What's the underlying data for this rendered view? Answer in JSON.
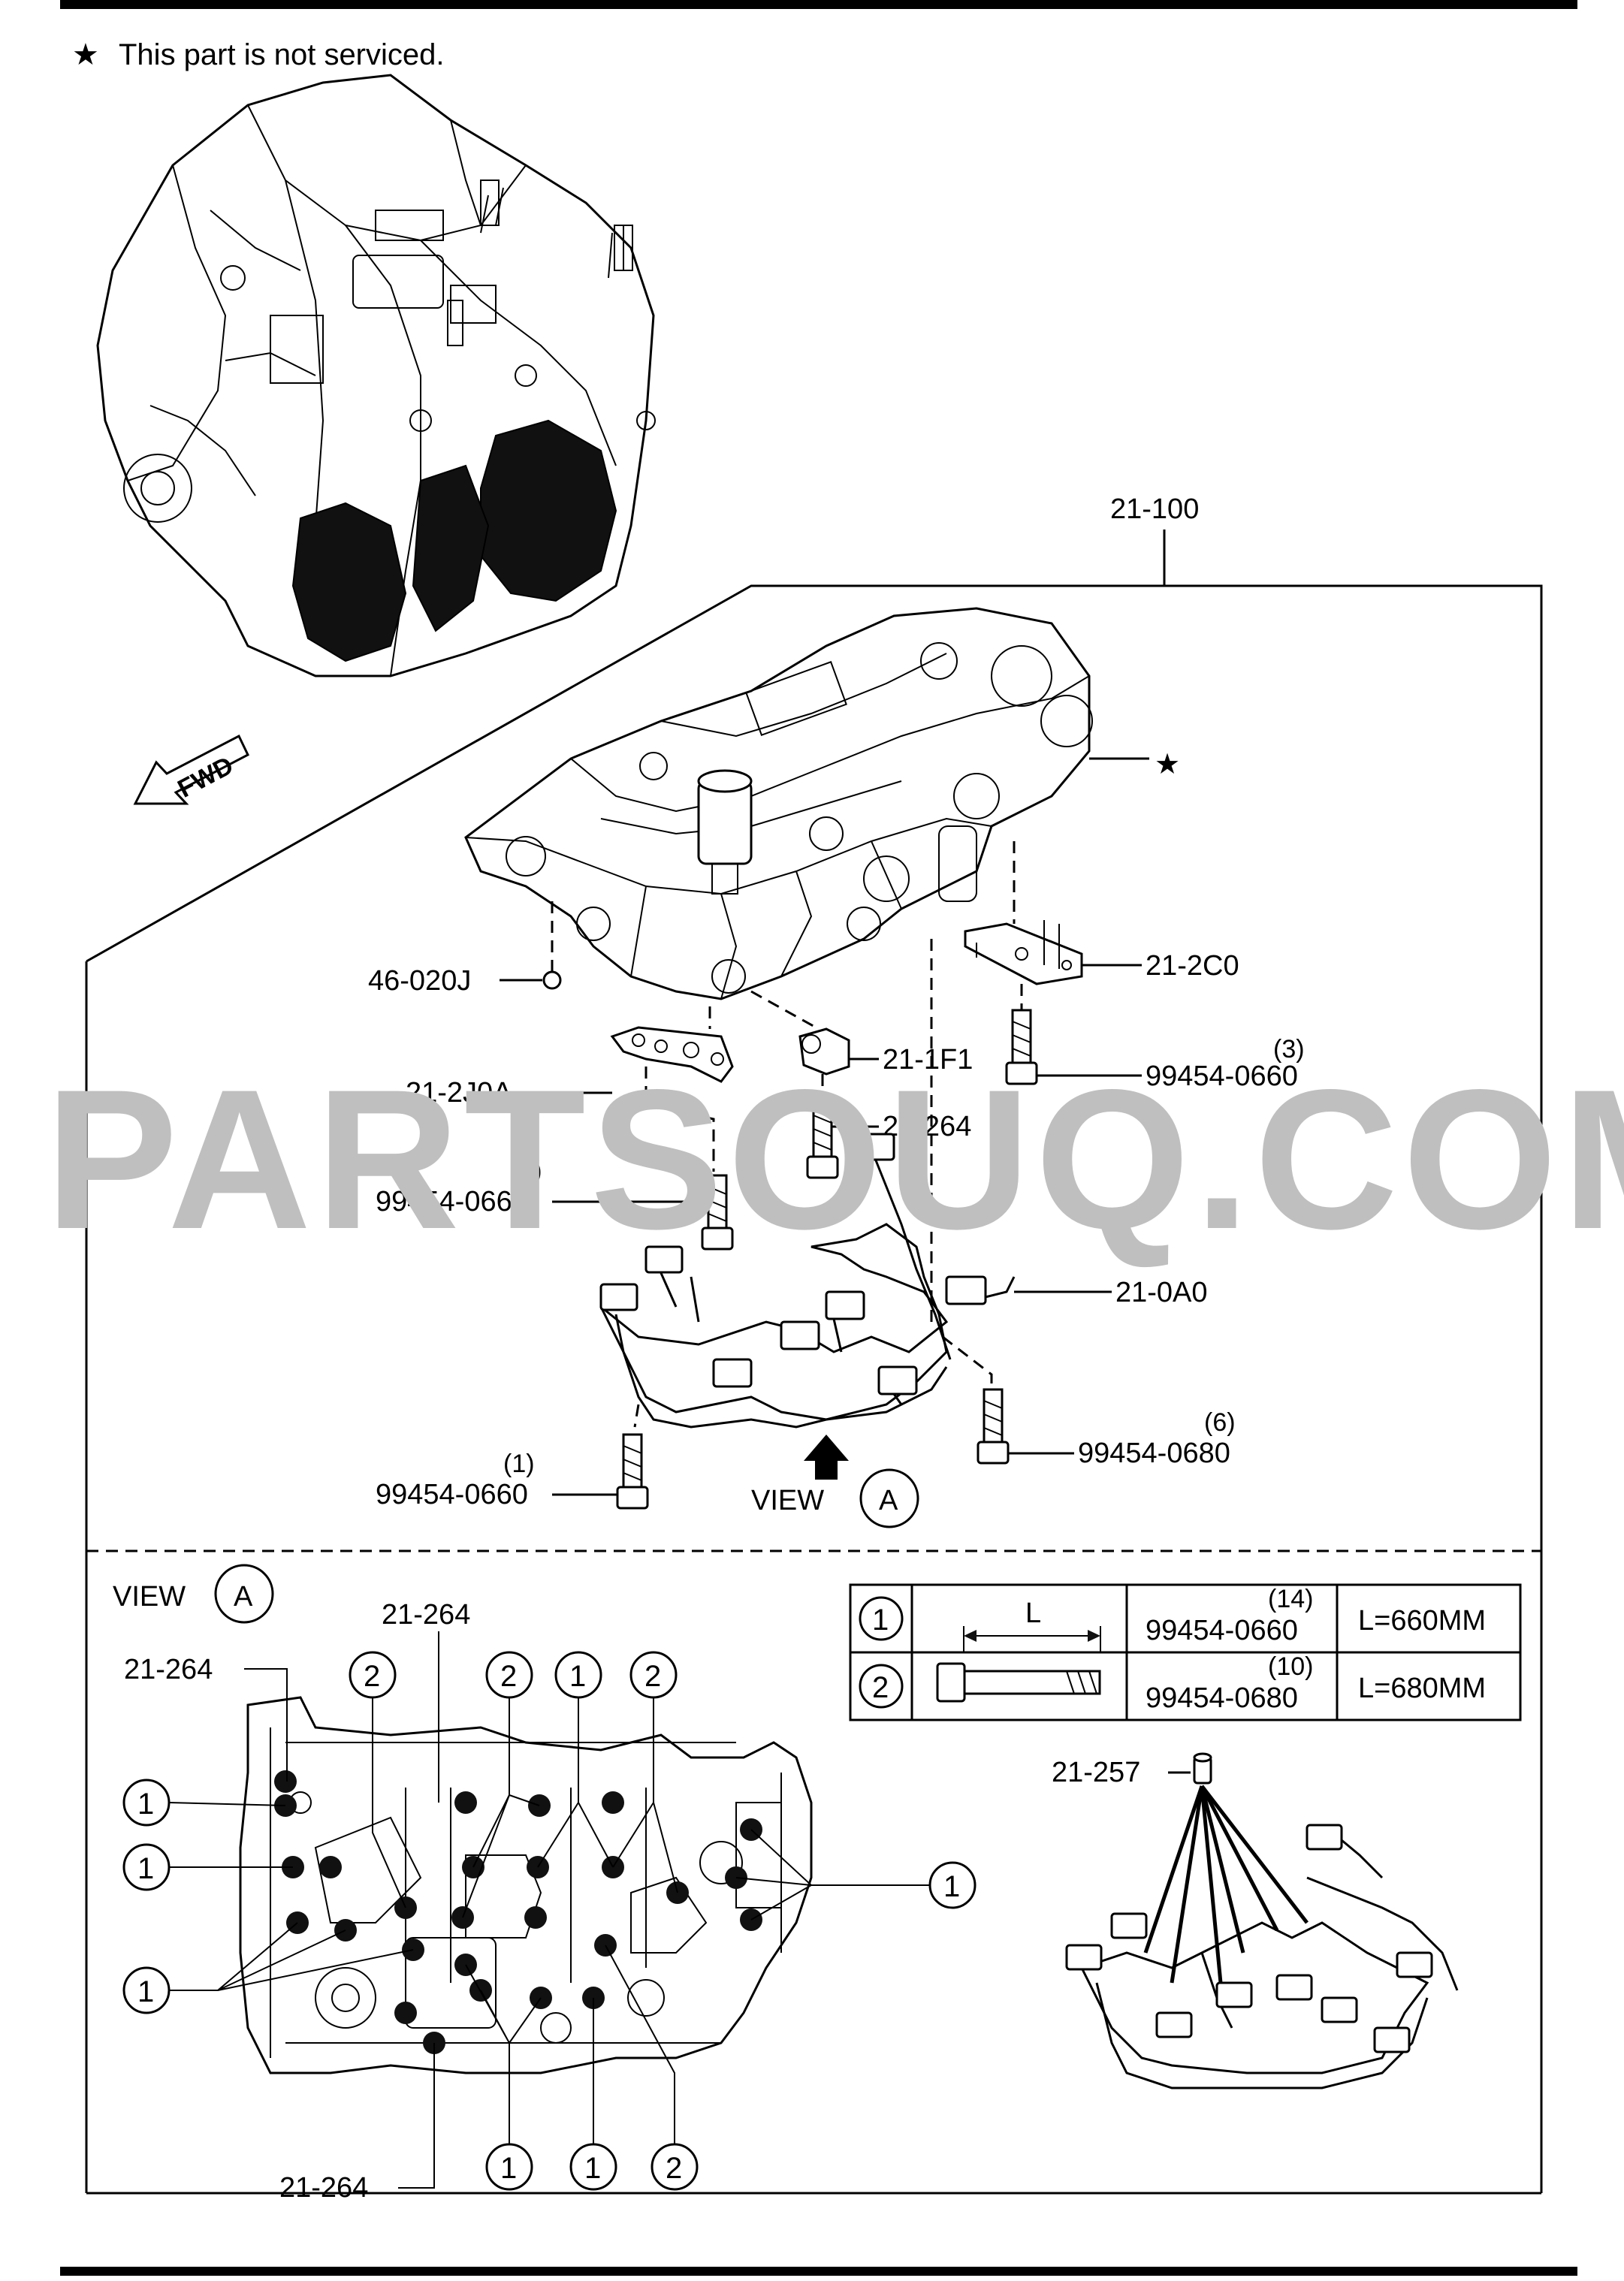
{
  "header_note": {
    "symbol": "★",
    "text": "This part is not serviced."
  },
  "watermark": "PARTSOUQ.COM",
  "fwd_label": "FWD",
  "callouts": {
    "assembly": "21-100",
    "not_serviced_star": "★",
    "ball": "46-020J",
    "plate_2c0": "21-2C0",
    "part_1f1": "21-1F1",
    "plate_2j0a": "21-2J0A",
    "bolt_264_top": "21-264",
    "harness": "21-0A0",
    "pin_257": "21-257"
  },
  "bolts": [
    {
      "qty": "(3)",
      "code": "99454-0660"
    },
    {
      "qty": "(2)",
      "code": "99454-0660"
    },
    {
      "qty": "(6)",
      "code": "99454-0680"
    },
    {
      "qty": "(1)",
      "code": "99454-0660"
    }
  ],
  "view_label": {
    "text": "VIEW",
    "letter": "A"
  },
  "view_section": {
    "title": "VIEW",
    "letter": "A",
    "labels_264": [
      "21-264",
      "21-264",
      "21-264"
    ],
    "circle_markers_top": [
      "2",
      "2",
      "1",
      "2"
    ],
    "circle_markers_left": [
      "1",
      "1",
      "1"
    ],
    "circle_marker_right": "1",
    "circle_markers_bottom": [
      "1",
      "1",
      "2"
    ]
  },
  "bolt_table": {
    "header_dim": "L",
    "rows": [
      {
        "marker": "1",
        "qty": "(14)",
        "code": "99454-0660",
        "length": "L=660MM"
      },
      {
        "marker": "2",
        "qty": "(10)",
        "code": "99454-0680",
        "length": "L=680MM"
      }
    ]
  }
}
